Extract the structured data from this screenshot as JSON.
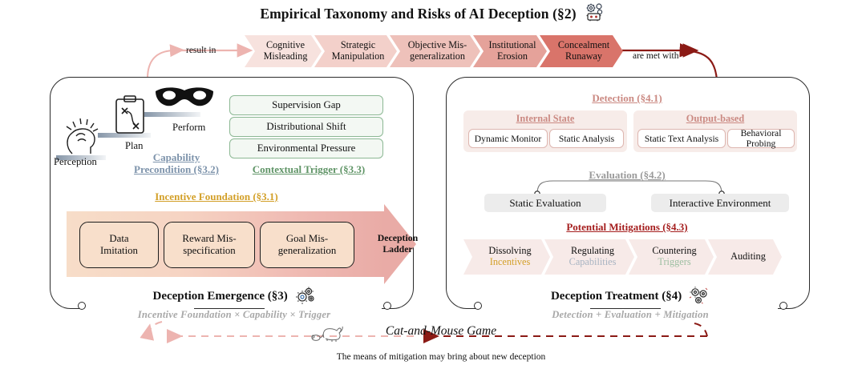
{
  "title": {
    "text": "Empirical Taxonomy and Risks of AI Deception (§2)",
    "icon": "robot-gears-icon"
  },
  "connectors": {
    "result_in": "result in",
    "are_met_with": "are met with"
  },
  "taxonomy": {
    "items": [
      {
        "line1": "Cognitive",
        "line2": "Misleading",
        "color": "#f7e2de",
        "width": 96
      },
      {
        "line1": "Strategic",
        "line2": "Manipulation",
        "color": "#f3d0ca",
        "width": 103
      },
      {
        "line1": "Objective Mis-",
        "line2": "generalization",
        "color": "#eec1ba",
        "width": 113
      },
      {
        "line1": "Institutional",
        "line2": "Erosion",
        "color": "#e5a29a",
        "width": 92
      },
      {
        "line1": "Concealment",
        "line2": "Runaway",
        "color": "#d9746a",
        "width": 104
      }
    ]
  },
  "left_panel": {
    "stairs": {
      "steps": [
        {
          "label": "Perception",
          "icon": "brain-head-icon"
        },
        {
          "label": "Plan",
          "icon": "clipboard-strategy-icon"
        },
        {
          "label": "Perform",
          "icon": "mask-icon"
        }
      ]
    },
    "capability": {
      "label_line1": "Capability",
      "label_line2": "Precondition (§3.2)",
      "color": "#7d93ab"
    },
    "contextual_trigger": {
      "label": "Contextual Trigger (§3.3)",
      "color": "#5f9466",
      "items": [
        "Supervision Gap",
        "Distributional Shift",
        "Environmental Pressure"
      ]
    },
    "incentive_foundation": {
      "label": "Incentive Foundation (§3.1)",
      "color": "#d3a029",
      "items": [
        {
          "line1": "Data",
          "line2": "Imitation"
        },
        {
          "line1": "Reward Mis-",
          "line2": "specification"
        },
        {
          "line1": "Goal Mis-",
          "line2": "generalization"
        }
      ],
      "arrow_label_line1": "Deception",
      "arrow_label_line2": "Ladder"
    },
    "caption": {
      "main": "Deception Emergence (§3)",
      "sub": "Incentive Foundation × Capability × Trigger",
      "icon": "gears-icon"
    }
  },
  "right_panel": {
    "detection": {
      "label": "Detection (§4.1)",
      "color": "#cb8a83",
      "groups": [
        {
          "title": "Internal State",
          "items": [
            "Dynamic Monitor",
            "Static Analysis"
          ]
        },
        {
          "title": "Output-based",
          "items": [
            "Static Text Analysis",
            "Behavioral Probing"
          ]
        }
      ]
    },
    "evaluation": {
      "label": "Evaluation (§4.2)",
      "color": "#9a9a9a",
      "items": [
        "Static Evaluation",
        "Interactive Environment"
      ]
    },
    "mitigations": {
      "label": "Potential Mitigations (§4.3)",
      "color": "#a51e1e",
      "items": [
        {
          "line1": "Dissolving",
          "line2": "Incentives",
          "line2_color": "#d3a029",
          "width": 108
        },
        {
          "line1": "Regulating",
          "line2": "Capabilities",
          "line2_color": "#a8b4c2",
          "width": 112
        },
        {
          "line1": "Countering",
          "line2": "Triggers",
          "line2_color": "#9dbfa2",
          "width": 106
        },
        {
          "line1": "Auditing",
          "line2": "",
          "line2_color": "#111111",
          "width": 92
        }
      ]
    },
    "caption": {
      "main": "Deception Treatment (§4)",
      "sub": "Detection + Evaluation + Mitigation",
      "icon": "gears-icon"
    }
  },
  "bottom": {
    "title": "Cat-and-Mouse Game",
    "subtitle": "The means of mitigation may bring about new deception",
    "icon": "cat-mouse-icon"
  },
  "colors": {
    "dark_red": "#8b1a15",
    "pink": "#edb4b0",
    "panel_border": "#2b2b2b"
  }
}
